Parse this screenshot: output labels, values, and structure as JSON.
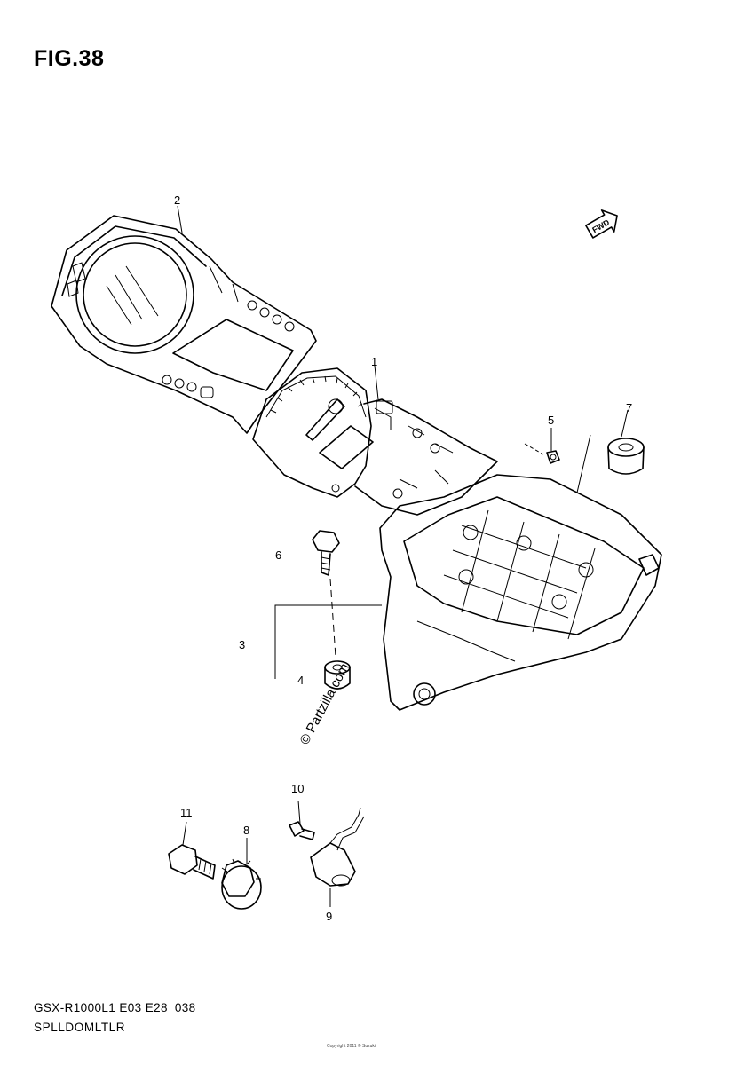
{
  "figure": {
    "title": "FIG.38",
    "model_code": "GSX-R1000L1 E03 E28_038",
    "section_name": "SPLLDOMLTLR",
    "watermark": "© Partzilla.com",
    "direction_tag": "FWD",
    "fine_print": "Copyright 2011 ©  Suzuki"
  },
  "callouts": [
    {
      "id": "c1",
      "label": "1"
    },
    {
      "id": "c2",
      "label": "2"
    },
    {
      "id": "c3",
      "label": "3"
    },
    {
      "id": "c4",
      "label": "4"
    },
    {
      "id": "c5",
      "label": "5"
    },
    {
      "id": "c6",
      "label": "6"
    },
    {
      "id": "c7",
      "label": "7"
    },
    {
      "id": "c8",
      "label": "8"
    },
    {
      "id": "c9",
      "label": "9"
    },
    {
      "id": "c10",
      "label": "10"
    },
    {
      "id": "c11",
      "label": "11"
    }
  ],
  "icons": {
    "direction": "fwd-arrow-icon",
    "copyright": "copyright-icon"
  }
}
